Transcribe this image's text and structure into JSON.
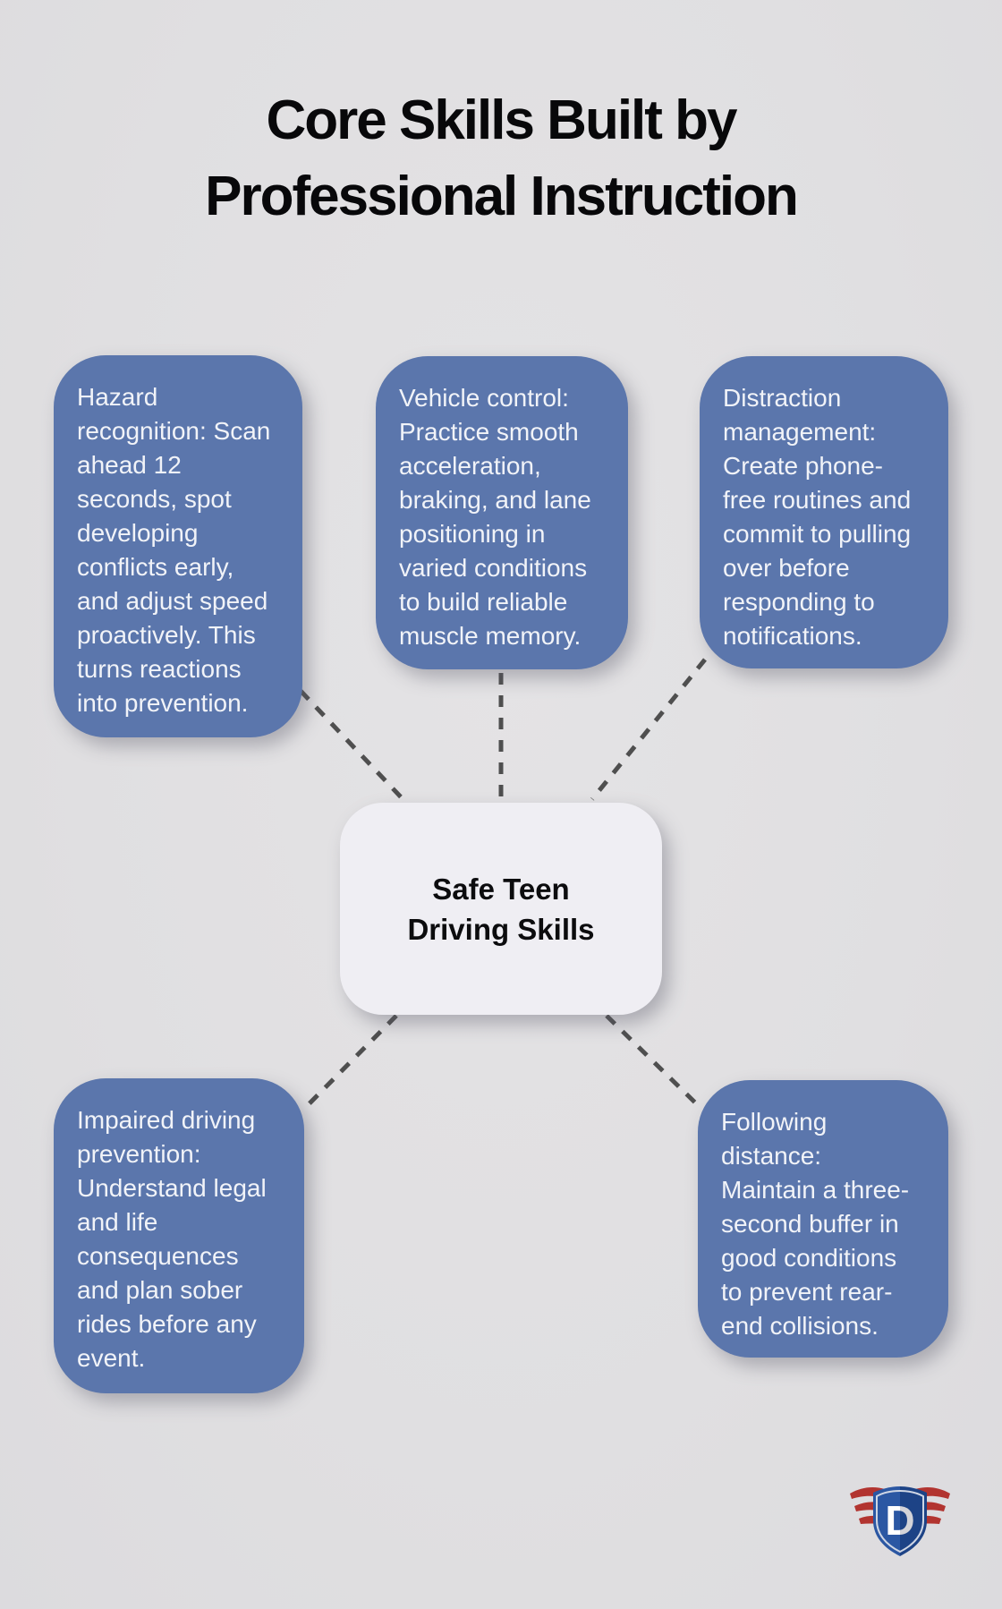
{
  "title": {
    "text": "Core Skills Built by\nProfessional Instruction"
  },
  "center": {
    "text": "Safe Teen\nDriving Skills"
  },
  "nodes": [
    {
      "id": "hazard-recognition",
      "text": "Hazard\nrecognition: Scan\nahead 12\nseconds, spot\ndeveloping\nconflicts early,\nand adjust speed\nproactively. This\nturns reactions\ninto prevention."
    },
    {
      "id": "vehicle-control",
      "text": "Vehicle control:\nPractice smooth\nacceleration,\nbraking, and lane\npositioning in\nvaried conditions\nto build reliable\nmuscle memory."
    },
    {
      "id": "distraction-management",
      "text": "Distraction\nmanagement:\nCreate phone-\nfree routines and\ncommit to pulling\nover before\nresponding to\nnotifications."
    },
    {
      "id": "impaired-driving-prevention",
      "text": "Impaired driving\nprevention:\nUnderstand legal\nand life\nconsequences\nand plan sober\nrides before any\nevent."
    },
    {
      "id": "following-distance",
      "text": "Following\ndistance:\nMaintain a three-\nsecond buffer in\ngood conditions\nto prevent rear-\nend collisions."
    }
  ],
  "logo": {
    "letter": "D"
  },
  "colors": {
    "background": "#e0dfe1",
    "node_fill": "#5b76ac",
    "node_text": "#f1f3f8",
    "center_fill": "#efeef3",
    "center_text": "#0c0c0e",
    "title_text": "#08080a",
    "connector": "#4f4f4f",
    "logo_shield": "#24509b",
    "logo_wing": "#b23430"
  }
}
